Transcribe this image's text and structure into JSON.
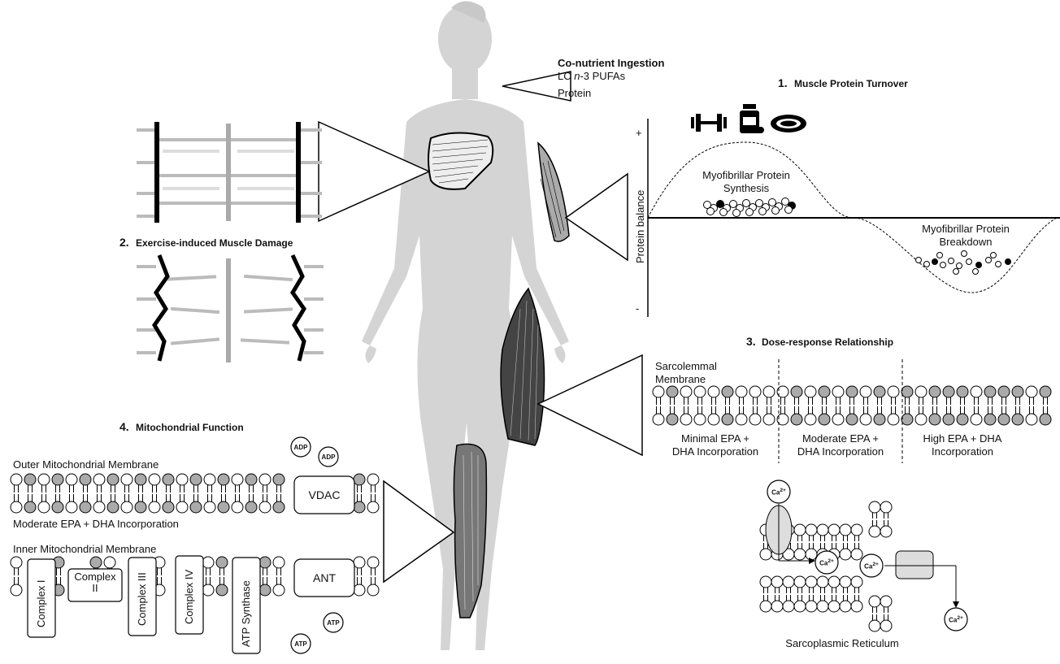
{
  "co_nutrient": {
    "title": "Co-nutrient Ingestion",
    "line1_prefix": "LC ",
    "line1_italic": "n",
    "line1_suffix": "-3 PUFAs",
    "line2": "Protein"
  },
  "panel1": {
    "number": "1.",
    "title": "Muscle Protein Turnover",
    "plus": "+",
    "minus": "-",
    "ylabel": "Protein balance",
    "synthesis_line1": "Myofibrillar Protein",
    "synthesis_line2": "Synthesis",
    "breakdown_line1": "Myofibrillar Protein",
    "breakdown_line2": "Breakdown",
    "icons": [
      "dumbbell-icon",
      "supplement-bottle-icon",
      "plate-icon"
    ]
  },
  "panel2": {
    "number": "2.",
    "title": "Exercise-induced Muscle Damage"
  },
  "panel3": {
    "number": "3.",
    "title": "Dose-response Relationship",
    "membrane_line1": "Sarcolemmal",
    "membrane_line2": "Membrane",
    "minimal_line1": "Minimal EPA +",
    "minimal_line2": "DHA Incorporation",
    "moderate_line1": "Moderate EPA +",
    "moderate_line2": "DHA Incorporation",
    "high_line1": "High EPA + DHA",
    "high_line2": "Incorporation",
    "ca": "Ca",
    "ca_sup": "2+",
    "sr_label": "Sarcoplasmic Reticulum"
  },
  "panel4": {
    "number": "4.",
    "title": "Mitochondrial Function",
    "outer": "Outer Mitochondrial Membrane",
    "moderate": "Moderate EPA + DHA Incorporation",
    "inner": "Inner Mitochondrial Membrane",
    "vdac": "VDAC",
    "ant": "ANT",
    "adp": "ADP",
    "atp": "ATP",
    "complex1": "Complex I",
    "complex2_line1": "Complex",
    "complex2_line2": "II",
    "complex3": "Complex III",
    "complex4": "Complex IV",
    "atp_synthase": "ATP Synthase"
  }
}
